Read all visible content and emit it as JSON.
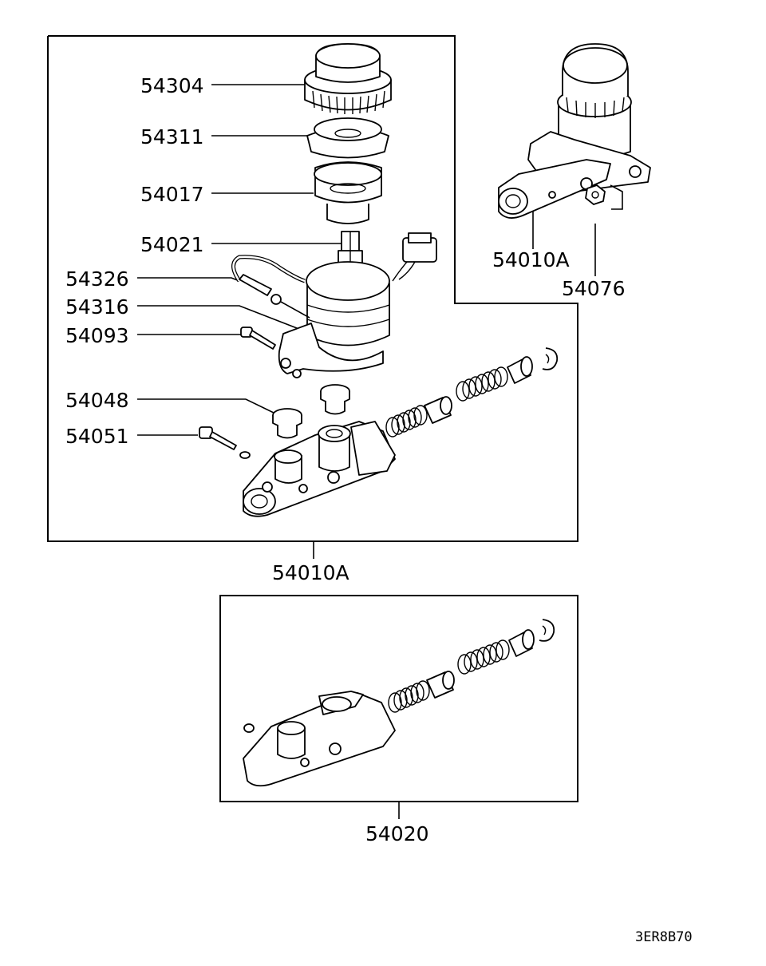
{
  "diagram": {
    "labels": {
      "cap": "54304",
      "ring": "54311",
      "strainer": "54017",
      "float": "54021",
      "hose": "54326",
      "reservoir": "54316",
      "screw": "54093",
      "grommet": "54048",
      "bolt": "54051",
      "assy_main": "54010A",
      "assy_inset": "54010A",
      "nut": "54076",
      "kit": "54020"
    },
    "figure_code": "3ER8B70"
  }
}
